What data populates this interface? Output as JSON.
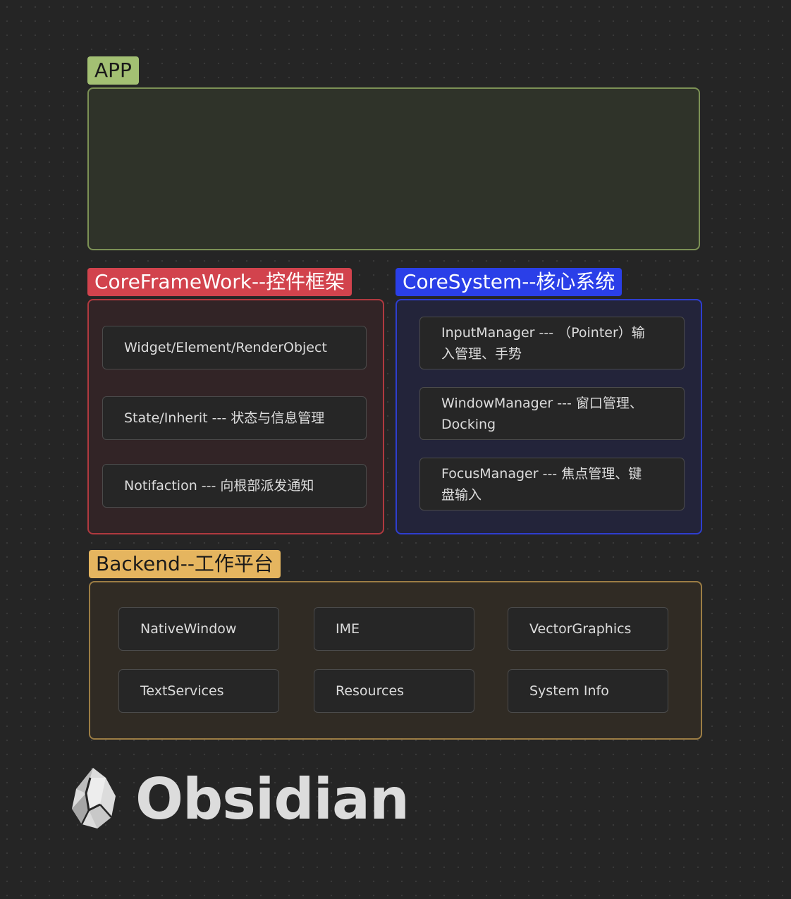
{
  "groups": {
    "app": {
      "label": "APP",
      "color": "#a3c073"
    },
    "coreframework": {
      "label": "CoreFrameWork--控件框架",
      "color": "#d2434d",
      "nodes": [
        "Widget/Element/RenderObject",
        "State/Inherit --- 状态与信息管理",
        "Notifaction --- 向根部派发通知"
      ]
    },
    "coresystem": {
      "label": "CoreSystem--核心系统",
      "color": "#2a3fe8",
      "nodes": [
        {
          "line1": "InputManager --- （Pointer）输",
          "line2": "入管理、手势"
        },
        {
          "line1": "WindowManager --- 窗口管理、",
          "line2": "Docking"
        },
        {
          "line1": "FocusManager --- 焦点管理、键",
          "line2": "盘输入"
        }
      ]
    },
    "backend": {
      "label": "Backend--工作平台",
      "color": "#e5b55f",
      "nodes": [
        "NativeWindow",
        "IME",
        "VectorGraphics",
        "TextServices",
        "Resources",
        "System Info"
      ]
    }
  },
  "branding": {
    "wordmark": "Obsidian",
    "logo_icon": "obsidian-crystal-icon"
  }
}
